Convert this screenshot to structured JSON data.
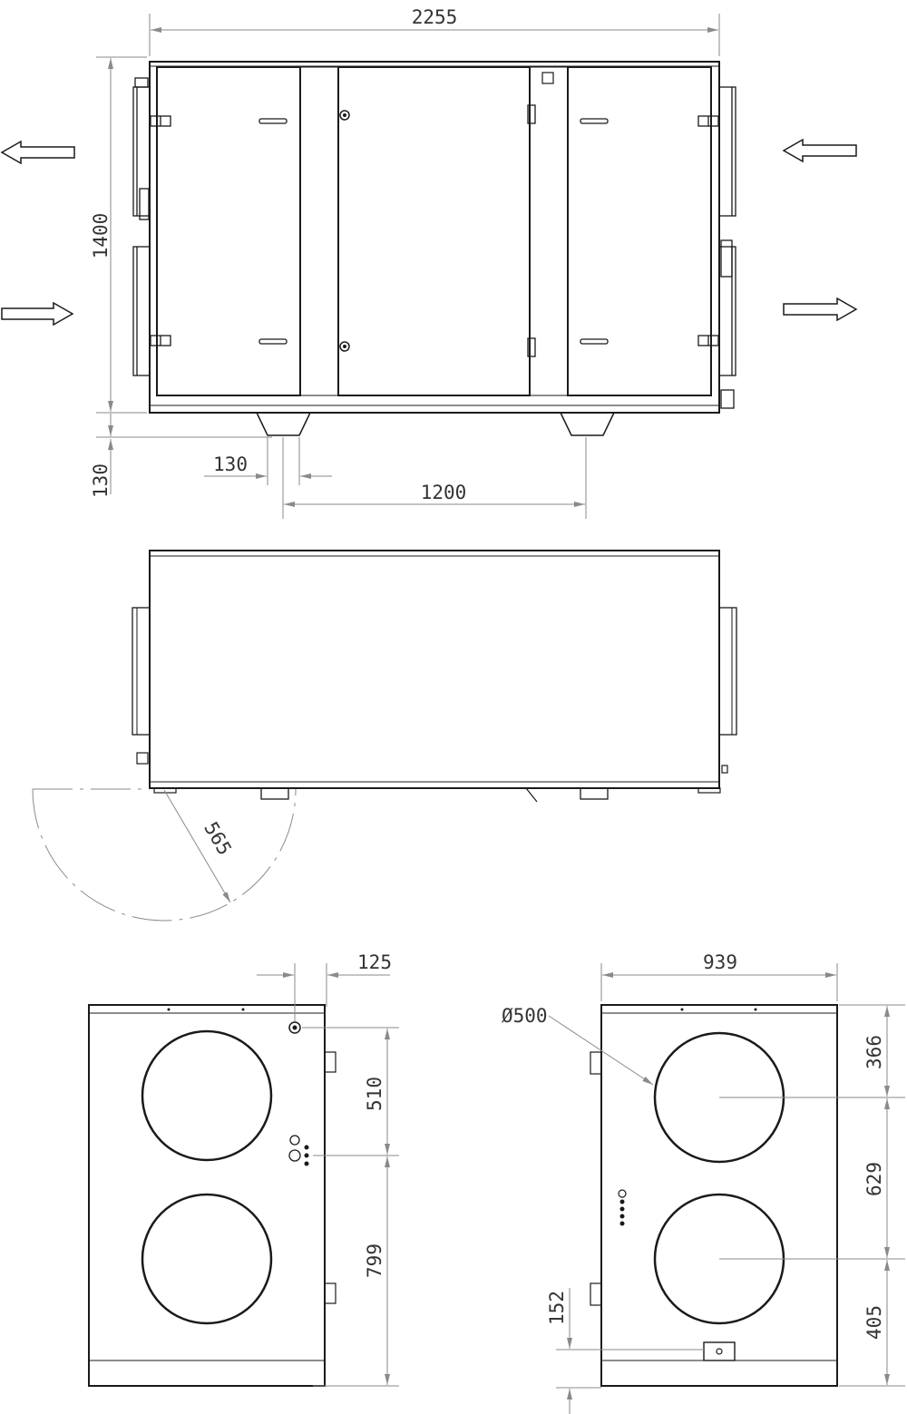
{
  "dimensions": {
    "width": "2255",
    "height": "1400",
    "foot_height": "130",
    "foot_width": "130",
    "foot_spacing": "1200",
    "door_swing": "565",
    "spigot_offset": "125",
    "spigot_spacing_left": "510",
    "spigot_bottom_left": "799",
    "depth": "939",
    "duct_diameter": "Ø500",
    "spigot_top_right": "366",
    "spigot_spacing_right": "629",
    "spigot_bottom_right": "405",
    "drain_height": "152"
  },
  "colors": {
    "line": "#1a1a1a",
    "dimension": "#8a8a8a",
    "text": "#333333"
  }
}
